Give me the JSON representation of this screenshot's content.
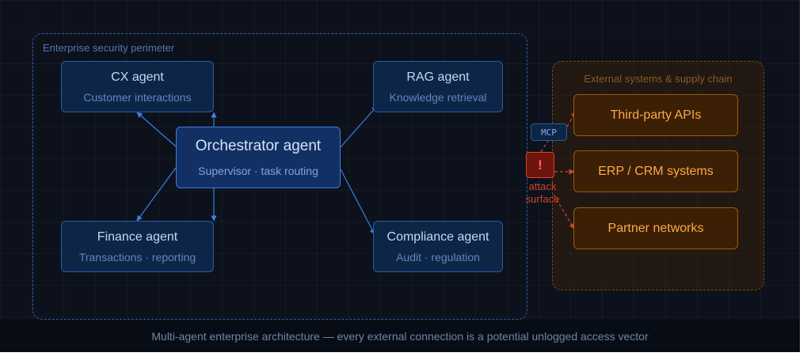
{
  "perimeter": {
    "label": "Enterprise security perimeter"
  },
  "external": {
    "label": "External systems & supply chain"
  },
  "agents": {
    "cx": {
      "title": "CX agent",
      "subtitle": "Customer interactions"
    },
    "rag": {
      "title": "RAG agent",
      "subtitle": "Knowledge retrieval"
    },
    "orchestrator": {
      "title": "Orchestrator agent",
      "subtitle": "Supervisor · task routing"
    },
    "finance": {
      "title": "Finance agent",
      "subtitle": "Transactions · reporting"
    },
    "compliance": {
      "title": "Compliance agent",
      "subtitle": "Audit · regulation"
    }
  },
  "external_systems": {
    "apis": "Third-party APIs",
    "erp": "ERP / CRM systems",
    "partners": "Partner networks"
  },
  "mcp_label": "MCP",
  "alert": {
    "symbol": "!",
    "label": "attack surface"
  },
  "caption": "Multi-agent enterprise architecture — every external connection is a potential unlogged access vector",
  "colors": {
    "background": "#0c111b",
    "internal_accent": "#3c7fe0",
    "external_accent": "#ffa64a",
    "alert": "#d4412b"
  }
}
